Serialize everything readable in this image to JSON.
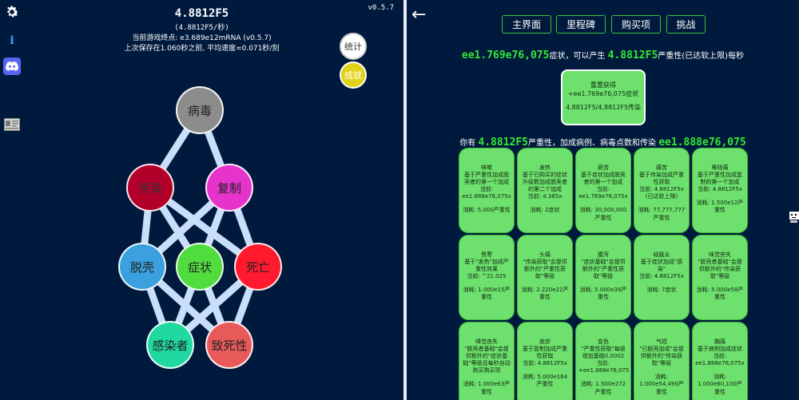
{
  "left": {
    "version": "v0.5.7",
    "header": {
      "main": "4.8812F5",
      "sub": "(4.8812F5/秒)",
      "endpoint": "当前游戏终点: e3.689e12mRNA (v0.5.7)",
      "save": "上次保存在1.060秒之前, 平均速度=0.071秒/刻"
    },
    "buttons": {
      "stats": "统计",
      "achievements": "成就"
    },
    "nodes": {
      "virus": "病毒",
      "spread": "传染",
      "replicate": "复制",
      "shed": "脱壳",
      "symptom": "症状",
      "death": "死亡",
      "infected": "感染者",
      "lethality": "致死性"
    },
    "colors": {
      "virus": "#8c8c8c",
      "spread": "#b3002a",
      "replicate": "#e633cc",
      "shed": "#3aa0de",
      "symptom": "#4fdc3c",
      "death": "#ff1a2e",
      "infected": "#1fd9a0",
      "lethality": "#e85a5a",
      "line": "#c8defa"
    }
  },
  "right": {
    "tabs": {
      "main": "主界面",
      "milestones": "里程碑",
      "buy": "购买项",
      "challenges": "挑战"
    },
    "symptoms_line": {
      "amount": "ee1.769e76,075",
      "mid": "症状，可以产生",
      "rate": "4.8812F5",
      "suffix": "严重性(已达软上限)每秒"
    },
    "reset": {
      "title": "重置获得",
      "gain": "+ee1.769e76,075症状",
      "rate": "4.8812F5/4.8812F5传染"
    },
    "have_line": {
      "prefix": "你有",
      "amount": "4.8812F5",
      "mid": "严重性，加成病例、病毒点数和传染",
      "value": "ee1.888e76,075"
    },
    "upgrades": [
      {
        "name": "咳嗽",
        "desc": "基于严重性加成脱壳者的第一个加成",
        "cur": "当前: ee1.888e76,075x",
        "cost": "消耗: 5,000严重性"
      },
      {
        "name": "发热",
        "desc": "基于已购买的症状升级数加成脱壳者的第二个加成",
        "cur": "当前: 4.385x",
        "cost": "消耗: 2症状"
      },
      {
        "name": "疲劳",
        "desc": "基于症状加成脱壳者的第一个加成",
        "cur": "当前: ee1.769e76,075x",
        "cost": "消耗: 30,000,000严重性"
      },
      {
        "name": "痛苦",
        "desc": "基于传染加成严重性获取",
        "cur": "当前: 4.8812F5x (已达软上限)",
        "cost": "消耗: 77,777,777严重性"
      },
      {
        "name": "喉咙痛",
        "desc": "基于严重性加成复制的第一个加成",
        "cur": "当前: 4.8812F5x",
        "cost": "消耗: 1.500e12严重性"
      },
      {
        "name": "畏寒",
        "desc": "基于\"发热\"加成严重性效果",
        "cur": "当前: ^21.025",
        "cost": "消耗: 1.000e15严重性"
      },
      {
        "name": "头痛",
        "desc": "\"传染获取\"会提供额外的\"严重性获取\"等级",
        "cur": "",
        "cost": "消耗: 2.220e22严重性"
      },
      {
        "name": "腹泻",
        "desc": "\"症状基础\"会提供额外的\"严重性获取\"等级",
        "cur": "",
        "cost": "消耗: 5.000e38严重性"
      },
      {
        "name": "结膜炎",
        "desc": "基于症状加成\"感染\"",
        "cur": "当前: 4.8812F5x",
        "cost": "消耗: 7症状"
      },
      {
        "name": "味觉丧失",
        "desc": "\"脱壳者基础\"会提供额外的\"传染获取\"等级",
        "cur": "",
        "cost": "消耗: 5.000e58严重性"
      },
      {
        "name": "嗅觉丧失",
        "desc": "\"脱壳者基础\"会提供额外的\"症状基础\"等级且每秒自动购买购买项",
        "cur": "",
        "cost": "消耗: 1.000e63严重性"
      },
      {
        "name": "皮疹",
        "desc": "基于复制加成严重性获取",
        "cur": "当前: 4.8812F5x",
        "cost": "消耗: 5.000e164严重性"
      },
      {
        "name": "变色",
        "desc": "\"严重性获取\"每级增加基础0.0002",
        "cur": "当前: +ee1.888e76,075",
        "cost": "消耗: 1.500e272严重性"
      },
      {
        "name": "气短",
        "desc": "\"已脱壳加成\"会提供额外的\"传染获取\"等级",
        "cur": "",
        "cost": "消耗: 1.000e54,490严重性"
      },
      {
        "name": "胸痛",
        "desc": "基于病例加成症状",
        "cur": "当前: ee1.888e76,075x",
        "cost": "消耗: 1.000e60,100严重性"
      }
    ],
    "upgrade_color": "#6ee06e"
  }
}
